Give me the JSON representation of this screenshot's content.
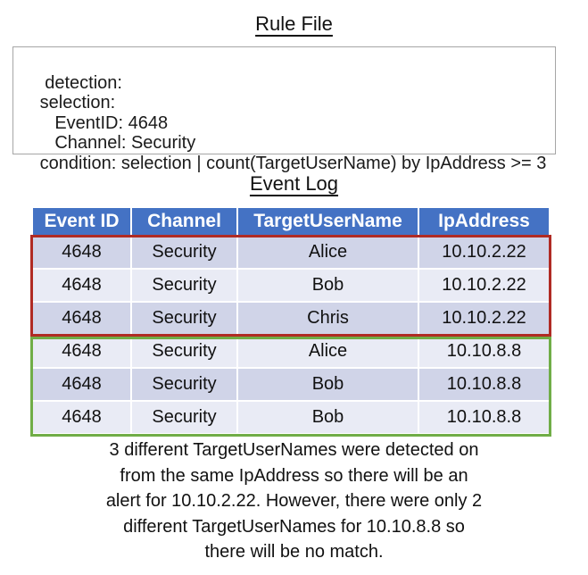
{
  "colors": {
    "header_bg": "#4472C4",
    "header_text": "#FFFFFF",
    "band_dark": "#D0D4E8",
    "band_light": "#E9EBF5",
    "alert_outline": "#B02B24",
    "no_match_outline": "#70AD47",
    "rule_box_border": "#A6A6A6"
  },
  "rule_file": {
    "title": "Rule File",
    "text": "detection:\n   selection:\n      EventID: 4648\n      Channel: Security\n   condition: selection | count(TargetUserName) by IpAddress >= 3"
  },
  "event_log": {
    "title": "Event Log",
    "columns": [
      "Event ID",
      "Channel",
      "TargetUserName",
      "IpAddress"
    ],
    "rows": [
      [
        "4648",
        "Security",
        "Alice",
        "10.10.2.22"
      ],
      [
        "4648",
        "Security",
        "Bob",
        "10.10.2.22"
      ],
      [
        "4648",
        "Security",
        "Chris",
        "10.10.2.22"
      ],
      [
        "4648",
        "Security",
        "Alice",
        "10.10.8.8"
      ],
      [
        "4648",
        "Security",
        "Bob",
        "10.10.8.8"
      ],
      [
        "4648",
        "Security",
        "Bob",
        "10.10.8.8"
      ]
    ],
    "alert_group_rows": [
      0,
      1,
      2
    ],
    "no_match_group_rows": [
      3,
      4,
      5
    ]
  },
  "caption": {
    "text": "3 different TargetUserNames were detected on\nfrom the same IpAddress so there will be an\nalert for 10.10.2.22. However, there were only 2\ndifferent TargetUserNames for 10.10.8.8 so\nthere will be no match."
  }
}
